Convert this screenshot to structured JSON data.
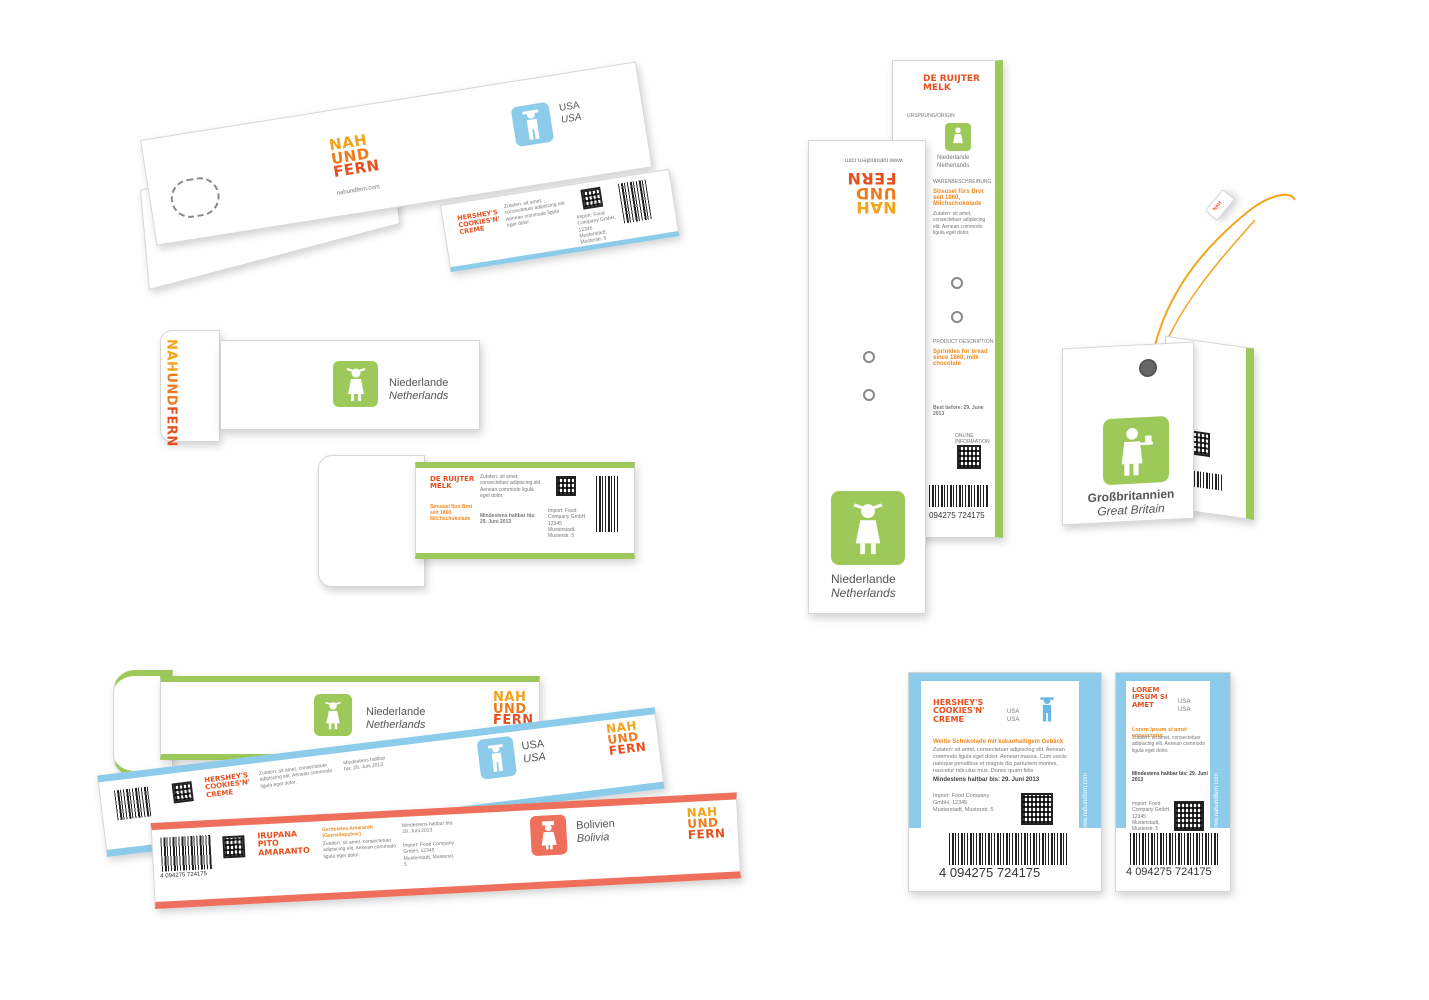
{
  "brand": {
    "line1": "NAH",
    "line2": "UND",
    "line3": "FERN",
    "url": "nahundfern.com",
    "url_w": "www.nahundfern.com"
  },
  "countries": {
    "usa": {
      "de": "USA",
      "en": "USA"
    },
    "nl": {
      "de": "Niederlande",
      "en": "Netherlands"
    },
    "gb": {
      "de": "Großbritannien",
      "en": "Great Britain"
    },
    "bo": {
      "de": "Bolivien",
      "en": "Bolivia"
    }
  },
  "products": {
    "hersheys": {
      "name1": "HERSHEY'S",
      "name2": "COOKIES'n'",
      "name3": "CREME",
      "sub": "Weiße Schokolade mit kakaohaltigem Gebäck",
      "sub_short": "Weiße Schokolade mit kakaohaltigem Gebäck"
    },
    "ruijter": {
      "name1": "DE RUIJTER",
      "name2": "MELK",
      "sub": "Streusel fürs Brot seit 1860, Milchschokolade",
      "sub_en": "Sprinkles for bread since 1860, milk chocolate"
    },
    "irupana": {
      "name1": "IRUPANA",
      "name2": "PITO",
      "name3": "AMARANTO",
      "sub": "Geröstetes Amaranth (Getreidepulver)"
    },
    "lorem": {
      "name1": "LOREM",
      "name2": "IPSUM SI",
      "name3": "AMET",
      "sub": "Lorem ipsum si amet consectetur"
    }
  },
  "texts": {
    "body": "Zutaten: sit amet, consectetuer adipiscing elit. Aenean commodo ligula eget dolor. Aenean massa. Cum sociis natoque penatibus et magnis dis parturient montes, nascetur ridiculus mus. Donec quam felis",
    "body_short": "Zutaten: sit amet, consectetuer adipiscing elit. Aenean commodo ligula eget dolor.",
    "best_before": "Mindestens haltbar bis: 29. Juni 2013",
    "best_before_en": "Best before: 29. June 2013",
    "import": "Import: Food Company GmbH, 12345 Musterstadt, Musterstr. 5",
    "origin_label": "URSPRUNG/ORIGIN",
    "desc_label": "WARENBESCHREIBUNG",
    "desc_label_en": "PRODUCT DESCRIPTION",
    "online_label": "ONLINE INFORMATION",
    "barcode_a": "4",
    "barcode_b": "094275",
    "barcode_c": "724175",
    "barcode_full": "4 094275 724175"
  },
  "colors": {
    "blue": "#8ccbea",
    "green": "#9dc95a",
    "red": "#ee6f5c",
    "orange": "#f07a1e",
    "brandRed": "#e8501f"
  }
}
